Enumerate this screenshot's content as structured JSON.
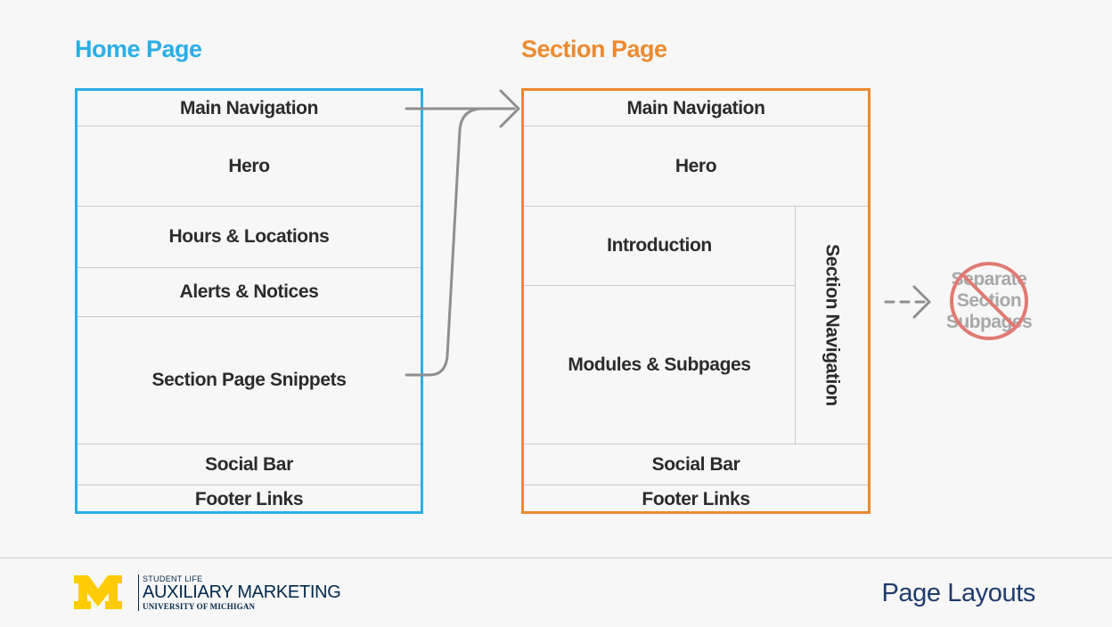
{
  "home": {
    "heading": "Home Page",
    "rows": [
      "Main Navigation",
      "Hero",
      "Hours & Locations",
      "Alerts & Notices",
      "Section Page Snippets",
      "Social Bar",
      "Footer Links"
    ]
  },
  "section": {
    "heading": "Section Page",
    "main_navigation": "Main Navigation",
    "hero": "Hero",
    "introduction": "Introduction",
    "modules": "Modules & Subpages",
    "section_navigation": "Section Navigation",
    "social_bar": "Social Bar",
    "footer_links": "Footer Links"
  },
  "forbidden": {
    "line1": "Separate",
    "line2": "Section",
    "line3": "Subpages"
  },
  "footer": {
    "logo_letter": "M",
    "org_small": "STUDENT LIFE",
    "org_name": "AUXILIARY MARKETING",
    "org_university": "UNIVERSITY OF MICHIGAN",
    "page_title": "Page Layouts"
  },
  "colors": {
    "home": "#2aaee6",
    "section": "#ec8a30",
    "connector": "#8f8f8f",
    "forbidden": "#e07a74",
    "maize": "#ffcb05",
    "navy": "#00274c"
  }
}
